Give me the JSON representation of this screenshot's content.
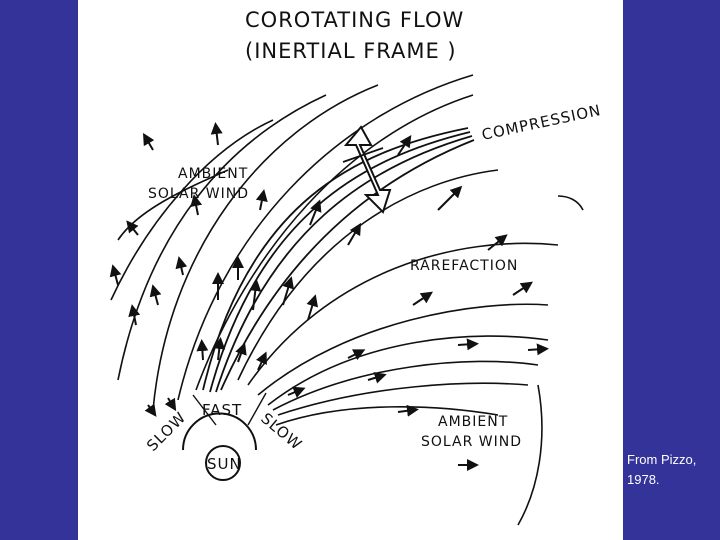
{
  "slide": {
    "background_color": "#33339a",
    "panel_color": "#ffffff",
    "caption": {
      "line1": "From Pizzo,",
      "line2": "1978."
    }
  },
  "diagram": {
    "title_line1": "COROTATING FLOW",
    "title_line2": "(INERTIAL FRAME )",
    "labels": {
      "compression": "COMPRESSION",
      "ambient_top_line1": "AMBIENT",
      "ambient_top_line2": "SOLAR WIND",
      "rarefaction": "RAREFACTION",
      "fast": "FAST",
      "slow_left": "SLOW",
      "slow_right": "SLOW",
      "sun": "SUN",
      "ambient_bottom_line1": "AMBIENT",
      "ambient_bottom_line2": "SOLAR WIND"
    },
    "ink_color": "#111111"
  }
}
